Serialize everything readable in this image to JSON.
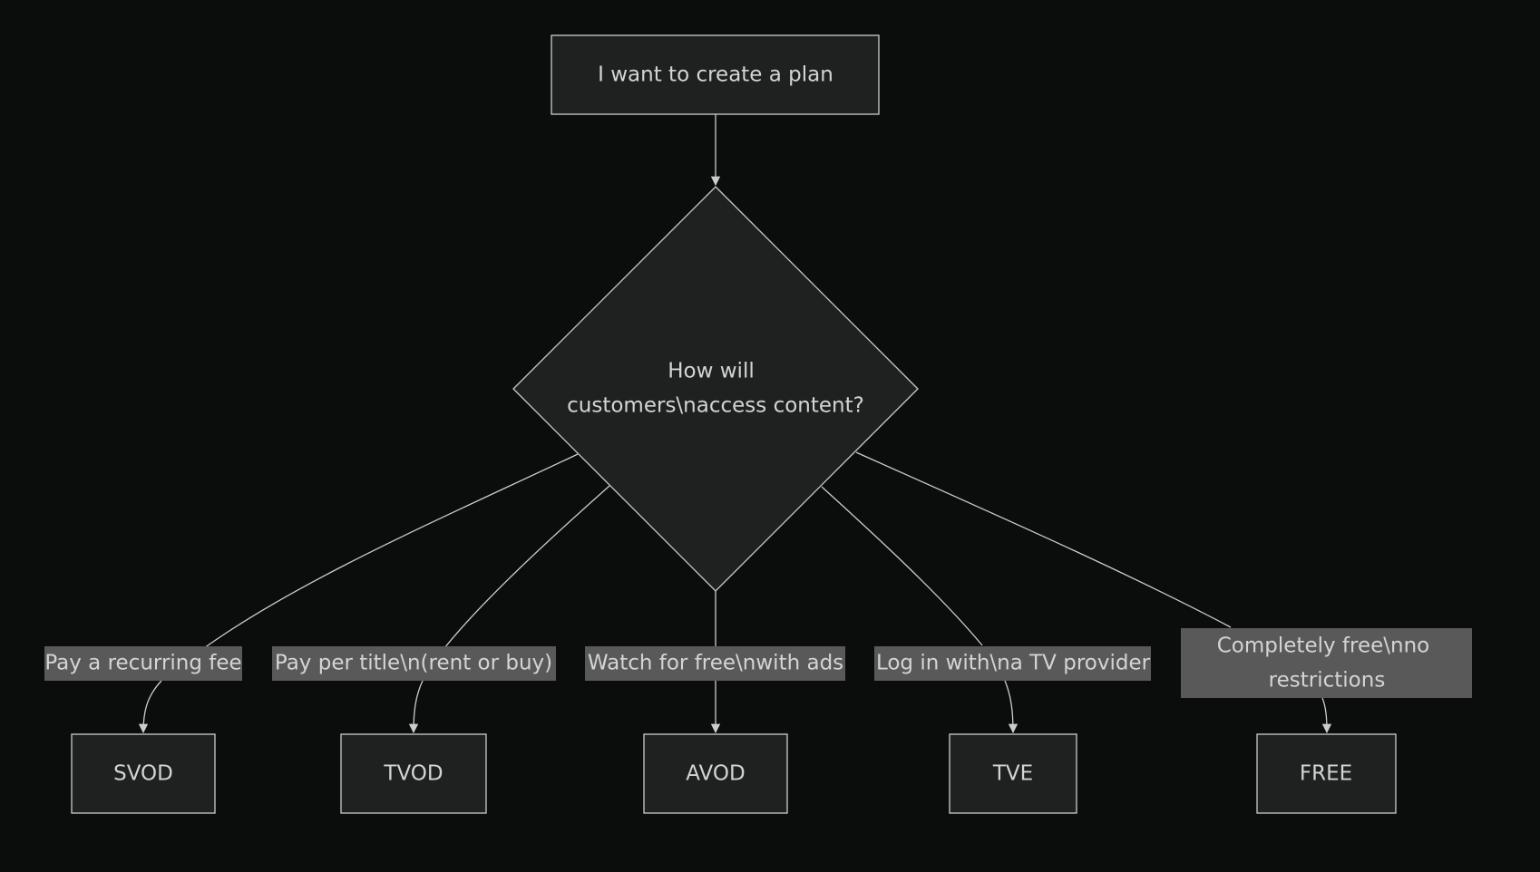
{
  "colors": {
    "background": "#0b0d0d",
    "node_fill": "#1f2020",
    "node_stroke": "#cccccc",
    "edge_label_bg": "#595959",
    "text": "#d4d4d4"
  },
  "nodes": {
    "start": {
      "text": "I want to create a plan"
    },
    "decision": {
      "line1": "How will",
      "line2": "customers\\naccess content?"
    },
    "svod": {
      "text": "SVOD"
    },
    "tvod": {
      "text": "TVOD"
    },
    "avod": {
      "text": "AVOD"
    },
    "tve": {
      "text": "TVE"
    },
    "free": {
      "text": "FREE"
    }
  },
  "edges": {
    "svod": {
      "label": "Pay a recurring fee"
    },
    "tvod": {
      "label": "Pay per title\\n(rent or buy)"
    },
    "avod": {
      "label": "Watch for free\\nwith ads"
    },
    "tve": {
      "label": "Log in with\\na TV provider"
    },
    "free": {
      "line1": "Completely free\\nno",
      "line2": "restrictions"
    }
  }
}
